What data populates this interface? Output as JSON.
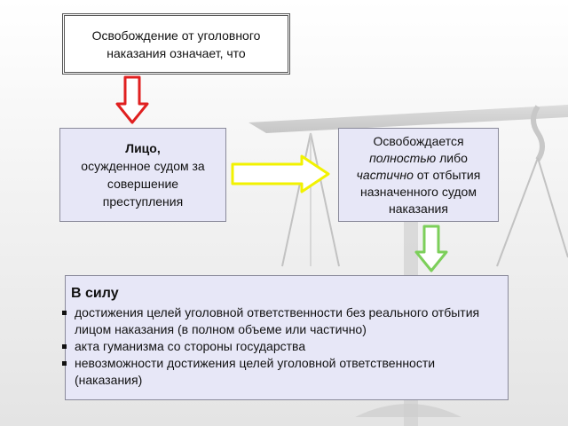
{
  "box_top": {
    "line1": "Освобождение от уголовного",
    "line2": "наказания означает, что"
  },
  "box_left": {
    "line1": "Лицо,",
    "line2": "осужденное судом за",
    "line3": "совершение",
    "line4": "преступления"
  },
  "box_right": {
    "line1": "Освобождается",
    "line2_italic_a": "полностью",
    "line2_rest": " либо",
    "line3_italic": "частично",
    "line3_rest": " от отбытия",
    "line4": "назначенного судом",
    "line5": "наказания"
  },
  "box_bottom": {
    "heading": "В силу",
    "items": [
      "достижения целей уголовной ответственности без реального отбытия лицом наказания (в полном объеме или частично)",
      "акта гуманизма со стороны государства",
      "невозможности достижения целей уголовной ответственности (наказания)"
    ]
  },
  "colors": {
    "arrow_down_red": "#e02020",
    "arrow_right_yellow": "#f2f200",
    "arrow_down_green": "#7ccf5a",
    "box_fill": "#e7e7f7"
  }
}
